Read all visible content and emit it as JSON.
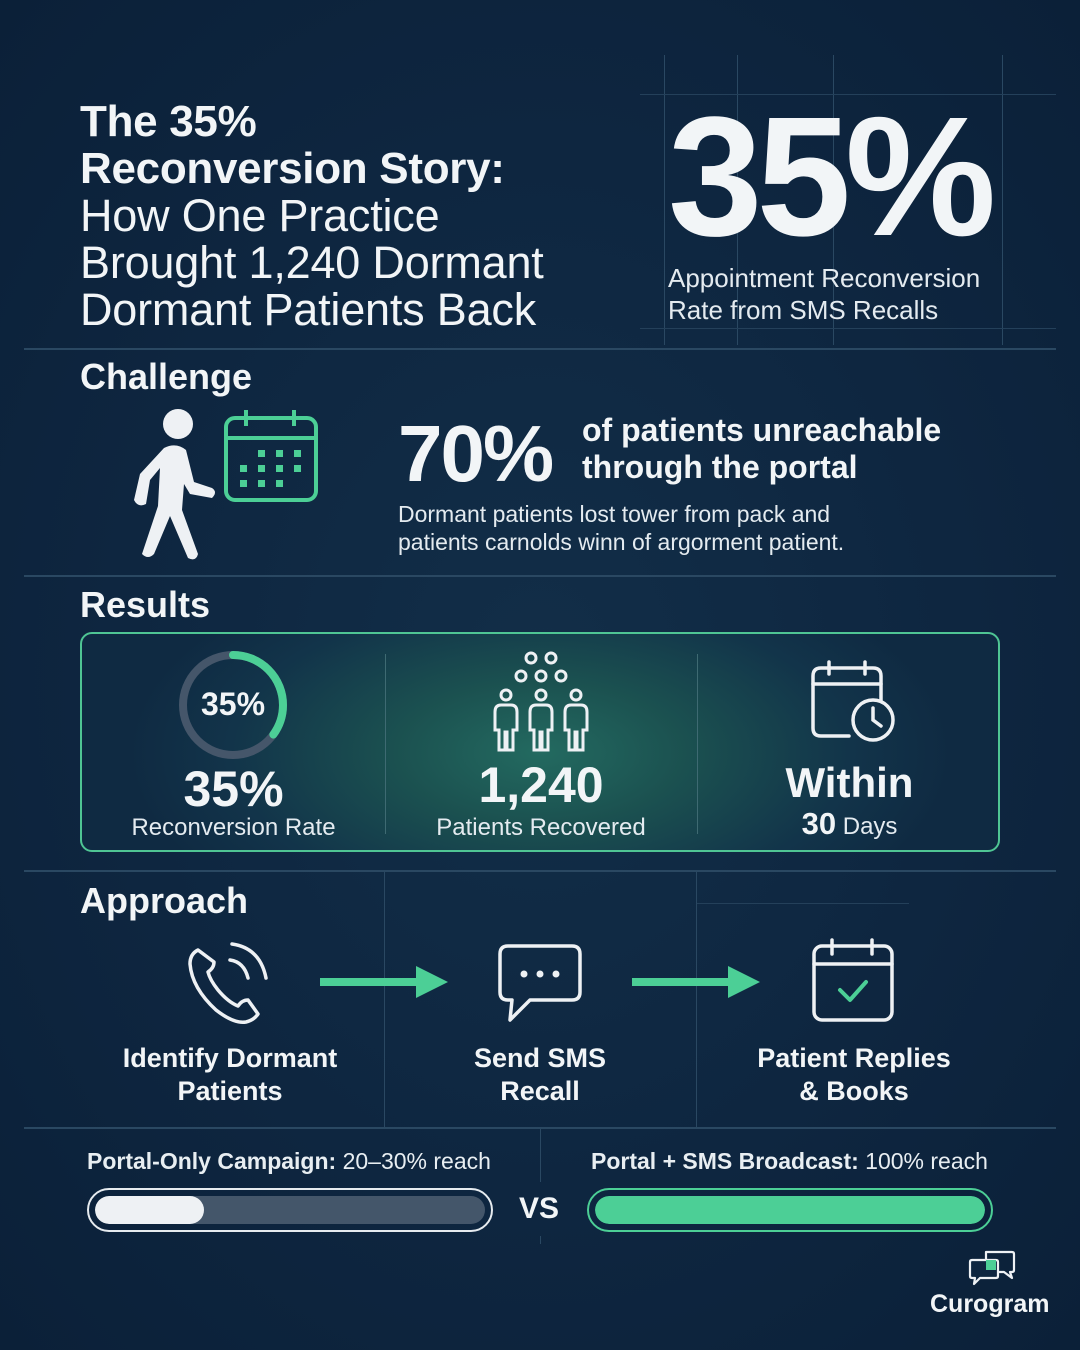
{
  "header": {
    "title_line1": "The 35%",
    "title_line2": "Reconversion Story:",
    "subtitle_line1": "How One Practice",
    "subtitle_line2": "Brought 1,240 Dormant",
    "subtitle_line3": "Dormant Patients Back",
    "hero_stat": "35%",
    "hero_caption_line1": "Appointment Reconversion",
    "hero_caption_line2": "Rate from SMS Recalls"
  },
  "challenge": {
    "heading": "Challenge",
    "icons": [
      "walking-person-icon",
      "calendar-icon"
    ],
    "stat": "70%",
    "stat_text_line1": "of patients unreachable",
    "stat_text_line2": "through the portal",
    "desc_line1": "Dormant patients lost tower from pack and",
    "desc_line2": "patients carnolds winn of argorment patient."
  },
  "results": {
    "heading": "Results",
    "items": [
      {
        "icon": "progress-ring-icon",
        "ring_label": "35%",
        "ring_percent": 35,
        "value": "35%",
        "label": "Reconversion Rate"
      },
      {
        "icon": "patients-group-icon",
        "value": "1,240",
        "label": "Patients Recovered"
      },
      {
        "icon": "calendar-clock-icon",
        "value": "Within",
        "value_bold_prefix": "30",
        "label": "Days"
      }
    ]
  },
  "approach": {
    "heading": "Approach",
    "steps": [
      {
        "icon": "phone-ringing-icon",
        "label_line1": "Identify Dormant",
        "label_line2": "Patients"
      },
      {
        "icon": "chat-bubble-icon",
        "label_line1": "Send SMS",
        "label_line2": "Recall"
      },
      {
        "icon": "calendar-check-icon",
        "label_line1": "Patient Replies",
        "label_line2": "& Books"
      }
    ]
  },
  "comparison": {
    "left": {
      "label_bold": "Portal-Only Campaign:",
      "label_rest": "20–30% reach",
      "fill_percent": 28
    },
    "vs": "VS",
    "right": {
      "label_bold": "Portal + SMS Broadcast:",
      "label_rest": "100% reach",
      "fill_percent": 100
    }
  },
  "brand": {
    "name": "Curogram",
    "icon": "chat-bubbles-logo-icon"
  },
  "colors": {
    "background": "#0e2640",
    "accent_green": "#4ccf96",
    "text": "#f2f5f7",
    "grid_line": "#2a4862",
    "bar_track": "#44566a",
    "bar_fill_white": "#eef1f4"
  }
}
